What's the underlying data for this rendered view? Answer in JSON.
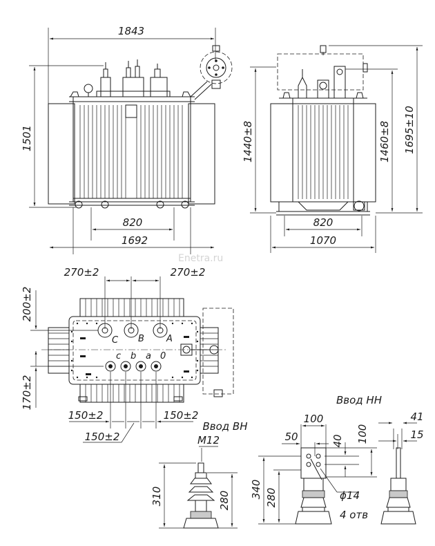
{
  "watermark": "Enetra.ru",
  "front_view": {
    "overall_width": "1843",
    "height_total": "1501",
    "wheel_base": "820",
    "body_width": "1692"
  },
  "side_view": {
    "height_lid": "1440±8",
    "height_conservator": "1460±8",
    "height_total": "1695±10",
    "wheel_base": "820",
    "width": "1070"
  },
  "top_view": {
    "hv_spacing_left": "270±2",
    "hv_spacing_right": "270±2",
    "offset_hv": "200±2",
    "offset_lv": "170±2",
    "lv_spacing_left": "150±2",
    "lv_spacing_right": "150±2",
    "lv_spacing_mid": "150±2",
    "hv_phase_labels": [
      "C",
      "B",
      "A"
    ],
    "lv_phase_labels": [
      "c",
      "b",
      "a",
      "0"
    ]
  },
  "hv_bushing": {
    "title": "Ввод ВН",
    "thread": "M12",
    "height_total": "310",
    "height_body": "280"
  },
  "lv_bushing": {
    "title": "Ввод НН",
    "pad_width": "100",
    "pad_inner": "50",
    "hole_offset": "40",
    "pad_height": "100",
    "height_total": "340",
    "height_body": "280",
    "hole_diameter": "ϕ14",
    "hole_count": "4 отв",
    "side_width": "41",
    "side_thickness": "15"
  }
}
